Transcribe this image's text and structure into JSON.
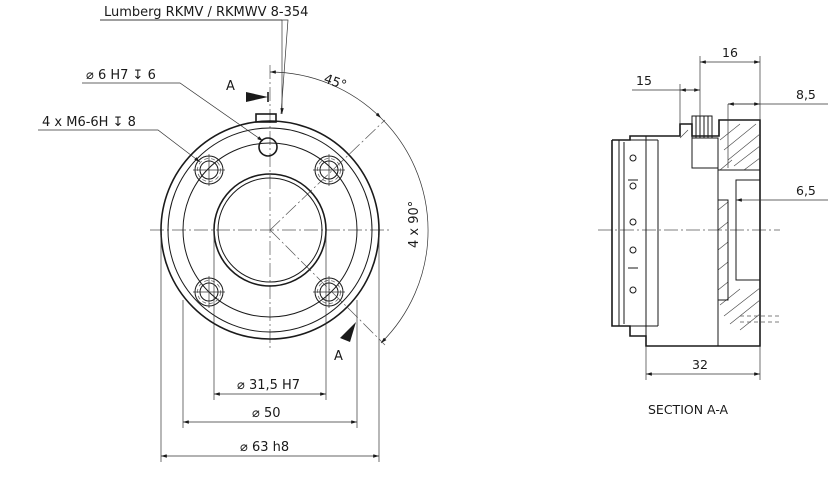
{
  "front_view": {
    "connector_label": "Lumberg RKMV / RKMWV 8-354",
    "pin_hole_label": "⌀ 6 H7 ↧ 6",
    "thread_label": "4 x M6-6H ↧ 8",
    "angle_label": "45°",
    "pitch_label": "4 x 90°",
    "section_mark_top": "A",
    "section_mark_bottom": "A",
    "dia_inner": "⌀ 31,5 H7",
    "dia_mid": "⌀ 50",
    "dia_outer": "⌀ 63 h8"
  },
  "section_view": {
    "dim_15": "15",
    "dim_16": "16",
    "dim_8_5": "8,5",
    "dim_6_5": "6,5",
    "dim_32": "32",
    "caption": "SECTION A-A"
  }
}
